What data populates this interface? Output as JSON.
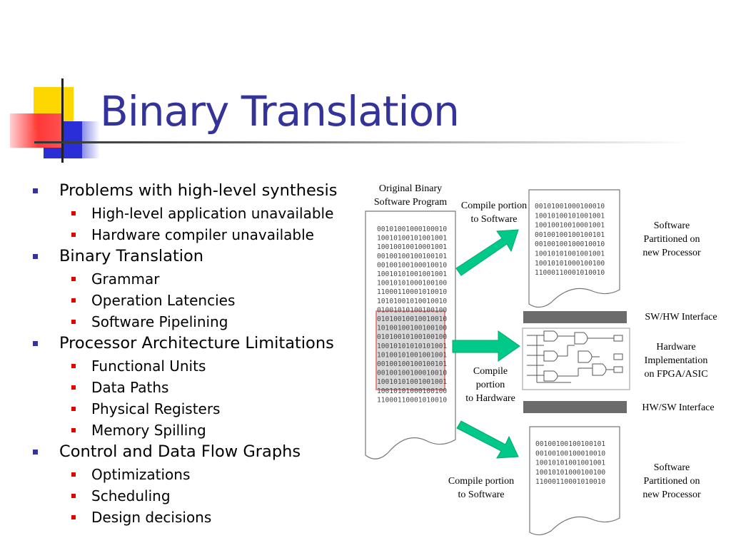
{
  "slide": {
    "title": "Binary Translation",
    "bullets": [
      {
        "text": "Problems with high-level synthesis",
        "sub": [
          "High-level application unavailable",
          "Hardware compiler unavailable"
        ]
      },
      {
        "text": "Binary Translation",
        "sub": [
          "Grammar",
          "Operation Latencies",
          "Software Pipelining"
        ]
      },
      {
        "text": "Processor Architecture Limitations",
        "sub": [
          "Functional Units",
          "Data Paths",
          "Physical Registers",
          "Memory Spilling"
        ]
      },
      {
        "text": "Control and Data Flow Graphs",
        "sub": [
          "Optimizations",
          "Scheduling",
          "Design decisions"
        ]
      }
    ]
  },
  "diagram": {
    "original_label": [
      "Original Binary",
      "Software Program"
    ],
    "original_binary": [
      "00101001000100010",
      "10010100101001001",
      "10010010010001001",
      "00100100100100101",
      "00100100100010010",
      "10010101001001001",
      "10010101000100100",
      "11000110001010010",
      "10101001010010010",
      "01001010100100100",
      "01010010010010010",
      "10100100100100100",
      "01010010100100100",
      "10010101010101001",
      "10100101001001001",
      "00100100100100101",
      "00100100100010010",
      "10010101001001001",
      "10010101000100100",
      "11000110001010010"
    ],
    "sw_top_binary": [
      "00101001000100010",
      "10010100101001001",
      "10010010010001001",
      "00100100100100101",
      "00100100100010010",
      "10010101001001001",
      "10010101000100100",
      "11000110001010010"
    ],
    "sw_bottom_binary": [
      "00100100100100101",
      "00100100100010010",
      "10010101001001001",
      "10010101000100100",
      "11000110001010010"
    ],
    "compile_sw_top": [
      "Compile portion",
      "to Software"
    ],
    "compile_hw": [
      "Compile",
      "portion",
      "to Hardware"
    ],
    "compile_sw_bottom": [
      "Compile portion",
      "to Software"
    ],
    "sw_partitioned_top": [
      "Software",
      "Partitioned on",
      "new Processor"
    ],
    "sw_hw_interface": "SW/HW Interface",
    "hw_impl": [
      "Hardware",
      "Implementation",
      "on FPGA/ASIC"
    ],
    "hw_sw_interface": "HW/SW Interface",
    "sw_partitioned_bottom": [
      "Software",
      "Partitioned on",
      "new Processor"
    ],
    "colors": {
      "arrow": "#00c98a",
      "interface_bar": "#6b6b6b",
      "highlight": "#e07070"
    }
  }
}
